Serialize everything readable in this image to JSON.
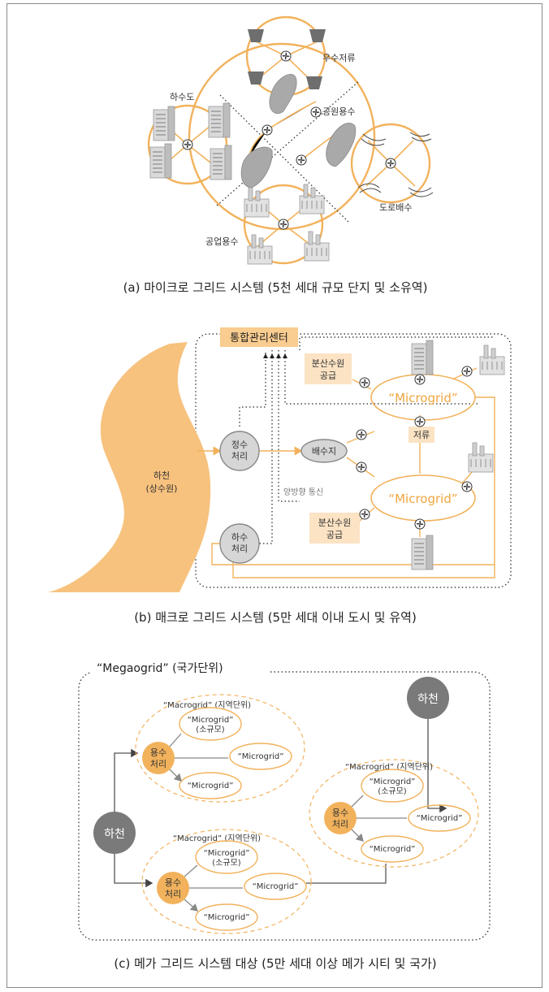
{
  "panel_a": {
    "caption": "(a) 마이크로 그리드 시스템 (5천 세대 규모 단지 및 소유역)",
    "labels": {
      "rainwater": "우수저류",
      "sewer": "하수도",
      "park_water": "공원용수",
      "road_drain": "도로배수",
      "industrial_water": "공업용수"
    }
  },
  "panel_b": {
    "caption": "(b) 매크로 그리드 시스템 (5만 세대 이내 도시 및 유역)",
    "center": "통합관리센터",
    "river": "하천",
    "river_sub": "(상수원)",
    "water_treatment": [
      "정수",
      "처리"
    ],
    "sewage_treatment": [
      "하수",
      "처리"
    ],
    "reservoir": "배수지",
    "storage": "저류",
    "comm": "양방향 통신",
    "distributed_supply": [
      "분산수원",
      "공급"
    ],
    "microgrid": "“Microgrid”"
  },
  "panel_c": {
    "caption": "(c) 메가 그리드 시스템 대상 (5만 세대 이상 메가 시티 및 국가)",
    "megagrid": "“Megaogrid” (국가단위)",
    "river": "하천",
    "macrogrid": "“Macrogrid” (지역단위)",
    "treatment": [
      "용수",
      "처리"
    ],
    "microgrid": "“Microgrid”",
    "small_scale": "(소규모)"
  },
  "colors": {
    "accent": "#f2b25c",
    "peach": "#fbe3c4",
    "river": "#f7c27e",
    "grey": "#d6d6d6",
    "dark": "#7a7a7a"
  }
}
